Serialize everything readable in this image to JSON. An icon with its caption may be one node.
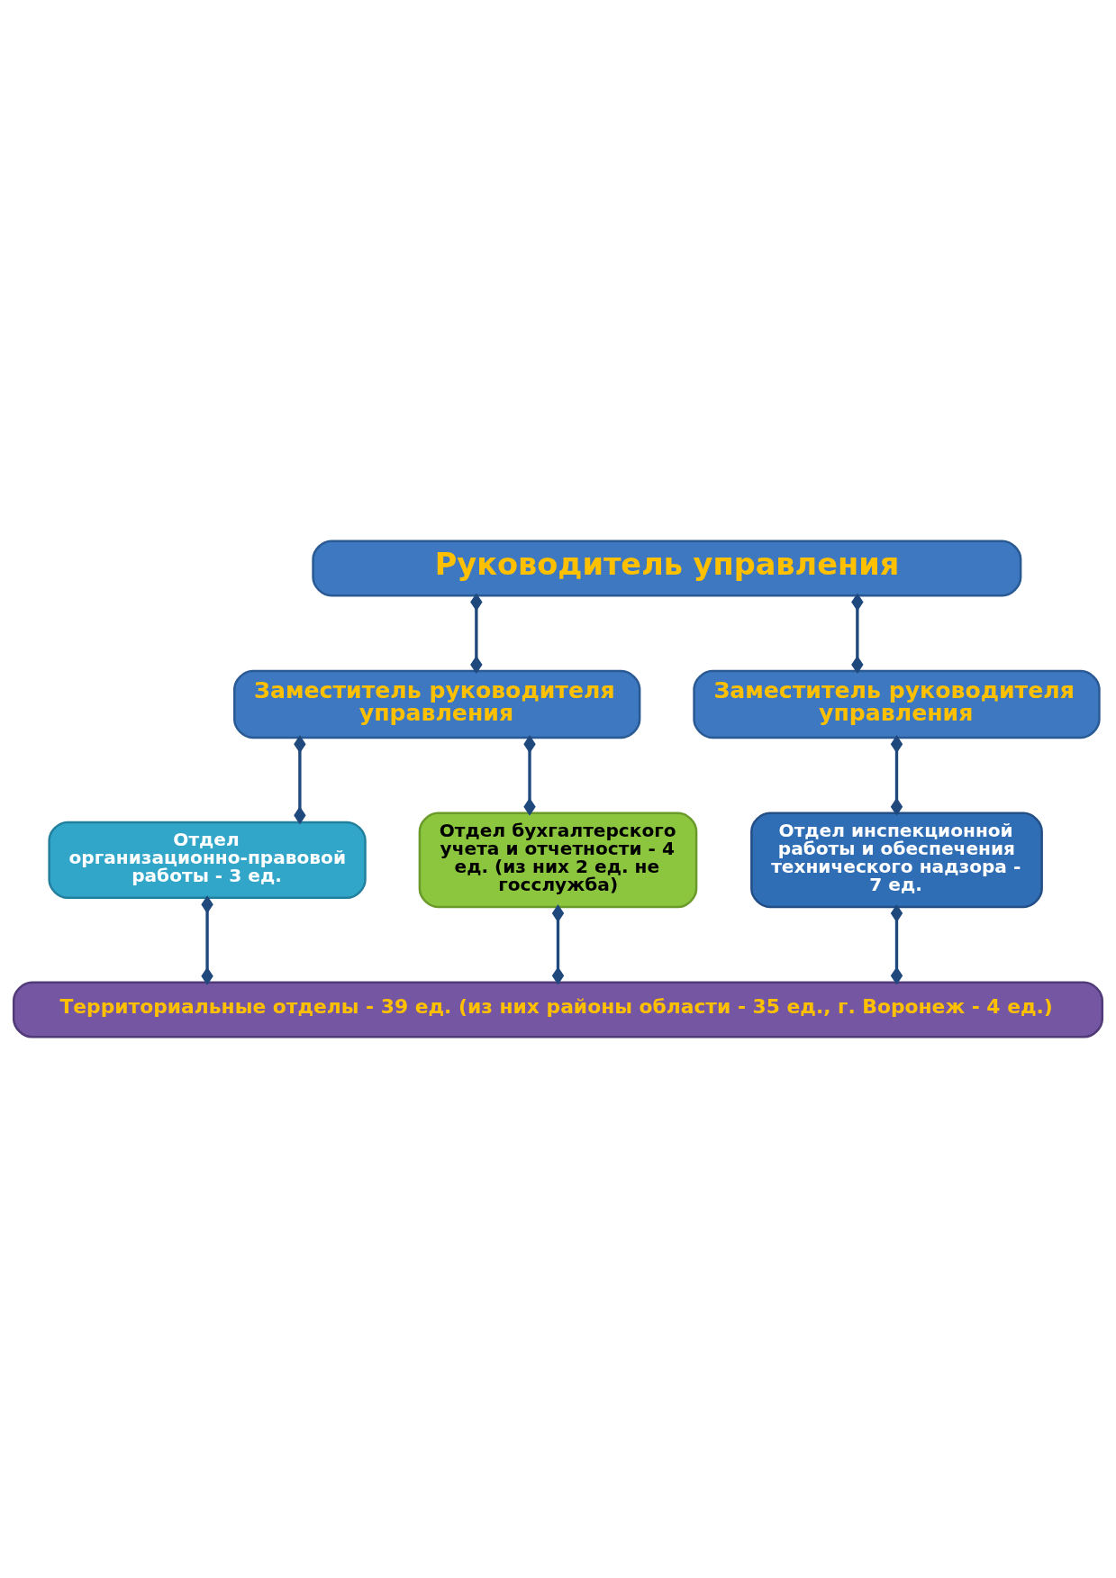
{
  "diagram": {
    "nodes": [
      {
        "text": [
          "Руководитель управления"
        ]
      },
      {
        "text": [
          "Заместитель руководителя управления"
        ]
      },
      {
        "text": [
          "Заместитель руководителя управления"
        ]
      },
      {
        "text": [
          "Отдел организационно-правовой работы - 3 ед."
        ]
      },
      {
        "text": [
          "Отдел бухгалтерского учета и отчетности - 4 ед. (из них 2 ед. не госслужба)"
        ]
      },
      {
        "text": [
          "Отдел инспекционной работы и обеспечения технического надзора - 7 ед."
        ]
      },
      {
        "text": [
          "Территориальные отделы - 39 ед. (из них районы области - 35 ед., г. Воронеж - 4 ед.)"
        ]
      }
    ],
    "edges": [
      {
        "from": 0,
        "to": 1,
        "arrow": "other"
      },
      {
        "from": 0,
        "to": 2,
        "arrow": "other"
      },
      {
        "from": 1,
        "to": 3,
        "arrow": "other"
      },
      {
        "from": 1,
        "to": 4,
        "arrow": "other"
      },
      {
        "from": 2,
        "to": 5,
        "arrow": "other"
      },
      {
        "from": 3,
        "to": 6,
        "arrow": "other"
      },
      {
        "from": 4,
        "to": 6,
        "arrow": "other"
      },
      {
        "from": 5,
        "to": 6,
        "arrow": "other"
      }
    ]
  }
}
